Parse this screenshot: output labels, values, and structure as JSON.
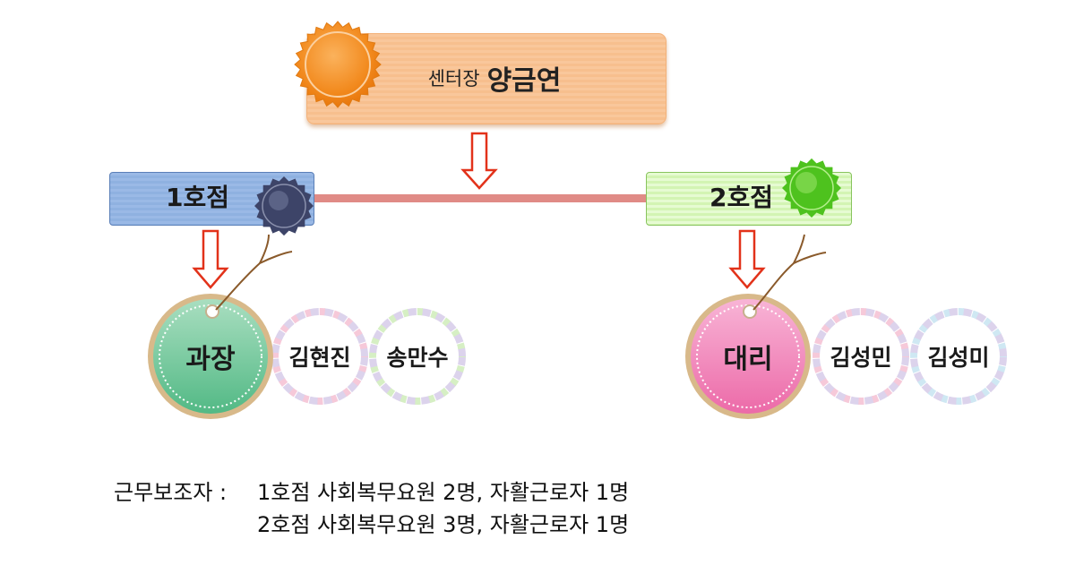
{
  "director": {
    "title": "센터장",
    "name": "양금연"
  },
  "branches": [
    {
      "label": "1호점",
      "role": "과장",
      "members": [
        "김현진",
        "송만수"
      ]
    },
    {
      "label": "2호점",
      "role": "대리",
      "members": [
        "김성민",
        "김성미"
      ]
    }
  ],
  "note": {
    "heading": "근무보조자 :",
    "lines": [
      "1호점 사회복무요원 2명, 자활근로자 1명",
      "2호점 사회복무요원 3명, 자활근로자 1명"
    ]
  },
  "colors": {
    "director_fill": "#f9c79b",
    "director_seal": "#f28a1e",
    "branch1_fill": "#9ab9e6",
    "branch1_seal": "#3d4468",
    "branch2_fill": "#d3f4b3",
    "branch2_seal": "#4ec21e",
    "connector": "#e08b86",
    "arrow": "#e2321a",
    "role1_fill": "#6ec697",
    "role2_fill": "#f27ab6"
  }
}
